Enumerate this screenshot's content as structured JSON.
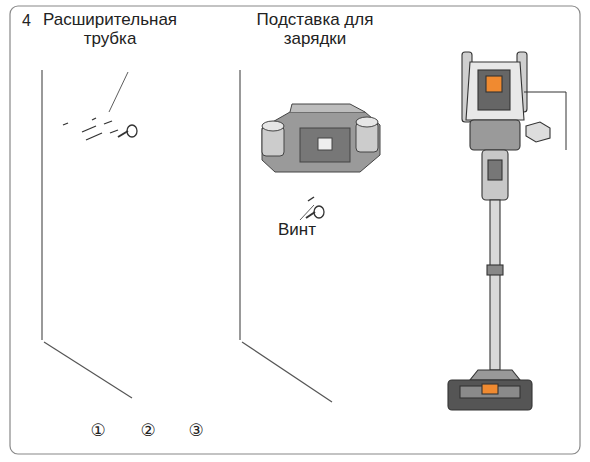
{
  "diagram": {
    "labels": [
      "4",
      "Расширительная трубка",
      "Подставка для зарядки",
      "Винт",
      "①",
      "②",
      "③"
    ]
  }
}
